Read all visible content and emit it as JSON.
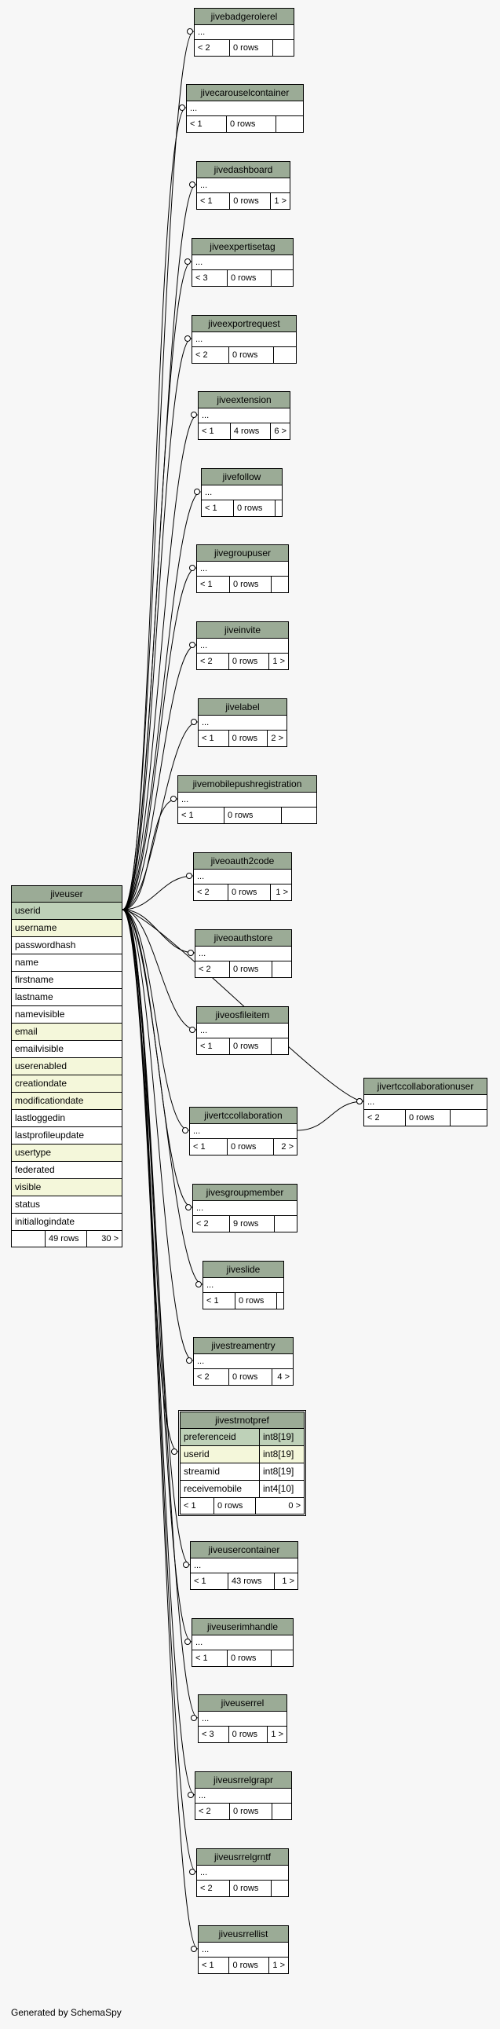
{
  "colors": {
    "header": "#9bab96",
    "primary_key": "#bed1b8",
    "indexed": "#f4f7da",
    "background": "#f7f7f7"
  },
  "main_table": {
    "name": "jiveuser",
    "columns": [
      {
        "name": "userid",
        "kind": "key"
      },
      {
        "name": "username",
        "kind": "idx"
      },
      {
        "name": "passwordhash",
        "kind": "plain"
      },
      {
        "name": "name",
        "kind": "plain"
      },
      {
        "name": "firstname",
        "kind": "plain"
      },
      {
        "name": "lastname",
        "kind": "plain"
      },
      {
        "name": "namevisible",
        "kind": "plain"
      },
      {
        "name": "email",
        "kind": "idx"
      },
      {
        "name": "emailvisible",
        "kind": "plain"
      },
      {
        "name": "userenabled",
        "kind": "idx"
      },
      {
        "name": "creationdate",
        "kind": "idx"
      },
      {
        "name": "modificationdate",
        "kind": "idx"
      },
      {
        "name": "lastloggedin",
        "kind": "plain"
      },
      {
        "name": "lastprofileupdate",
        "kind": "plain"
      },
      {
        "name": "usertype",
        "kind": "idx"
      },
      {
        "name": "federated",
        "kind": "plain"
      },
      {
        "name": "visible",
        "kind": "idx"
      },
      {
        "name": "status",
        "kind": "plain"
      },
      {
        "name": "initiallogindate",
        "kind": "plain"
      }
    ],
    "footer": {
      "parents": "",
      "rows": "49 rows",
      "children": "30 >"
    }
  },
  "child_tables": [
    {
      "name": "jivebadgerolerel",
      "ellipsis": "...",
      "parents": "< 2",
      "rows": "0 rows",
      "children": ""
    },
    {
      "name": "jivecarouselcontainer",
      "ellipsis": "...",
      "parents": "< 1",
      "rows": "0 rows",
      "children": ""
    },
    {
      "name": "jivedashboard",
      "ellipsis": "...",
      "parents": "< 1",
      "rows": "0 rows",
      "children": "1 >"
    },
    {
      "name": "jiveexpertisetag",
      "ellipsis": "...",
      "parents": "< 3",
      "rows": "0 rows",
      "children": ""
    },
    {
      "name": "jiveexportrequest",
      "ellipsis": "...",
      "parents": "< 2",
      "rows": "0 rows",
      "children": ""
    },
    {
      "name": "jiveextension",
      "ellipsis": "...",
      "parents": "< 1",
      "rows": "4 rows",
      "children": "6 >"
    },
    {
      "name": "jivefollow",
      "ellipsis": "...",
      "parents": "< 1",
      "rows": "0 rows",
      "children": ""
    },
    {
      "name": "jivegroupuser",
      "ellipsis": "...",
      "parents": "< 1",
      "rows": "0 rows",
      "children": ""
    },
    {
      "name": "jiveinvite",
      "ellipsis": "...",
      "parents": "< 2",
      "rows": "0 rows",
      "children": "1 >"
    },
    {
      "name": "jivelabel",
      "ellipsis": "...",
      "parents": "< 1",
      "rows": "0 rows",
      "children": "2 >"
    },
    {
      "name": "jivemobilepushregistration",
      "ellipsis": "...",
      "parents": "< 1",
      "rows": "0 rows",
      "children": ""
    },
    {
      "name": "jiveoauth2code",
      "ellipsis": "...",
      "parents": "< 2",
      "rows": "0 rows",
      "children": "1 >"
    },
    {
      "name": "jiveoauthstore",
      "ellipsis": "...",
      "parents": "< 2",
      "rows": "0 rows",
      "children": ""
    },
    {
      "name": "jiveosfileitem",
      "ellipsis": "...",
      "parents": "< 1",
      "rows": "0 rows",
      "children": ""
    },
    {
      "name": "jivertccollaboration",
      "ellipsis": "...",
      "parents": "< 1",
      "rows": "0 rows",
      "children": "2 >"
    },
    {
      "name": "jivesgroupmember",
      "ellipsis": "...",
      "parents": "< 2",
      "rows": "9 rows",
      "children": ""
    },
    {
      "name": "jiveslide",
      "ellipsis": "...",
      "parents": "< 1",
      "rows": "0 rows",
      "children": ""
    },
    {
      "name": "jivestreamentry",
      "ellipsis": "...",
      "parents": "< 2",
      "rows": "0 rows",
      "children": "4 >"
    },
    {
      "name": "jiveusercontainer",
      "ellipsis": "...",
      "parents": "< 1",
      "rows": "43 rows",
      "children": "1 >"
    },
    {
      "name": "jiveuserimhandle",
      "ellipsis": "...",
      "parents": "< 1",
      "rows": "0 rows",
      "children": ""
    },
    {
      "name": "jiveuserrel",
      "ellipsis": "...",
      "parents": "< 3",
      "rows": "0 rows",
      "children": "1 >"
    },
    {
      "name": "jiveusrrelgrapr",
      "ellipsis": "...",
      "parents": "< 2",
      "rows": "0 rows",
      "children": ""
    },
    {
      "name": "jiveusrrelgrntf",
      "ellipsis": "...",
      "parents": "< 2",
      "rows": "0 rows",
      "children": ""
    },
    {
      "name": "jiveusrrellist",
      "ellipsis": "...",
      "parents": "< 1",
      "rows": "0 rows",
      "children": "1 >"
    }
  ],
  "focus_table": {
    "name": "jivestrnotpref",
    "columns": [
      {
        "name": "preferenceid",
        "type": "int8[19]",
        "kind": "key"
      },
      {
        "name": "userid",
        "type": "int8[19]",
        "kind": "idx"
      },
      {
        "name": "streamid",
        "type": "int8[19]",
        "kind": "plain"
      },
      {
        "name": "receivemobile",
        "type": "int4[10]",
        "kind": "plain"
      }
    ],
    "footer": {
      "parents": "< 1",
      "rows": "0 rows",
      "children": "0 >"
    }
  },
  "side_table": {
    "name": "jivertccollaborationuser",
    "ellipsis": "...",
    "parents": "< 2",
    "rows": "0 rows",
    "children": ""
  },
  "footer_text": "Generated by SchemaSpy"
}
